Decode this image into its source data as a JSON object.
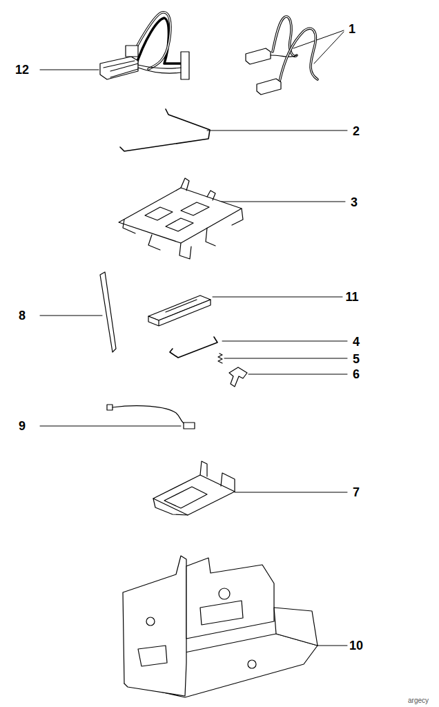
{
  "diagram": {
    "labels": [
      "12",
      "1",
      "2",
      "3",
      "8",
      "11",
      "4",
      "5",
      "6",
      "9",
      "7",
      "10",
      "argecy"
    ]
  }
}
